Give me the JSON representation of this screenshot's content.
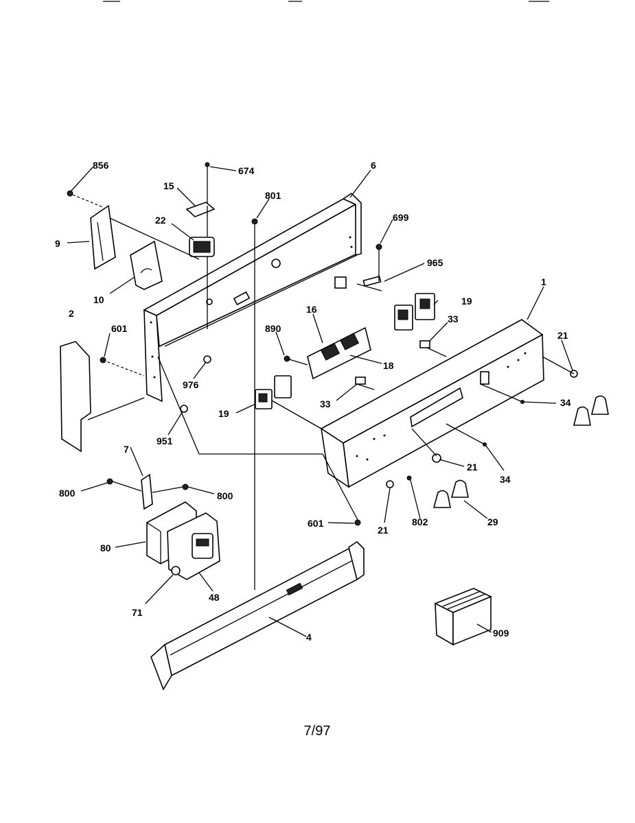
{
  "labels": {
    "p856": "856",
    "p674": "674",
    "p6": "6",
    "p15": "15",
    "p801a": "801",
    "p22": "22",
    "p699": "699",
    "p9": "9",
    "p965": "965",
    "p10": "10",
    "p1": "1",
    "p19a": "19",
    "p2": "2",
    "p16": "16",
    "p33a": "33",
    "p601a": "601",
    "p890": "890",
    "p18": "18",
    "p21a": "21",
    "p976": "976",
    "p33b": "33",
    "p34a": "34",
    "p19b": "19",
    "p951": "951",
    "p7": "7",
    "p21b": "21",
    "p34b": "34",
    "p800a": "800",
    "p800b": "800",
    "p601b": "601",
    "p21c": "21",
    "p802": "802",
    "p29": "29",
    "p80": "80",
    "p71": "71",
    "p48": "48",
    "p4": "4",
    "p909": "909"
  },
  "footer": {
    "date": "7/97"
  }
}
